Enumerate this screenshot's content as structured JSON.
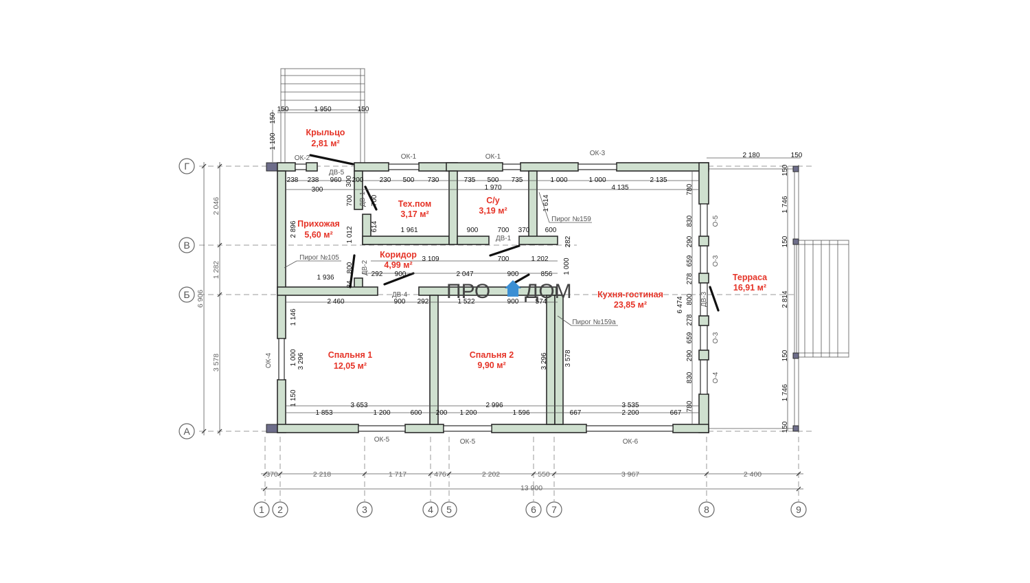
{
  "rooms": {
    "porch": {
      "name": "Крыльцо",
      "area": "2,81 м²"
    },
    "hall": {
      "name": "Прихожая",
      "area": "5,60 м²"
    },
    "tech": {
      "name": "Тех.пом",
      "area": "3,17 м²"
    },
    "wc": {
      "name": "С/у",
      "area": "3,19 м²"
    },
    "corridor": {
      "name": "Коридор",
      "area": "4,99 м²"
    },
    "kitchen": {
      "name": "Кухня-гостиная",
      "area": "23,85 м²"
    },
    "terrace": {
      "name": "Терраса",
      "area": "16,91 м²"
    },
    "bedroom1": {
      "name": "Спальня 1",
      "area": "12,05 м²"
    },
    "bedroom2": {
      "name": "Спальня 2",
      "area": "9,90 м²"
    }
  },
  "axes": {
    "rows": [
      "Г",
      "В",
      "Б",
      "А"
    ],
    "cols": [
      "1",
      "2",
      "3",
      "4",
      "5",
      "6",
      "7",
      "8",
      "9"
    ]
  },
  "bottom_dims": {
    "segments": [
      "370",
      "2 218",
      "1 717",
      "476",
      "2 202",
      "550",
      "3 967",
      "2 400"
    ],
    "total": "13 900"
  },
  "left_dims": {
    "segments": [
      "2 046",
      "1 282",
      "3 578"
    ],
    "total": "6 906",
    "porch": [
      "150",
      "1 100"
    ]
  },
  "openings": {
    "ok2": "ОК-2",
    "ok1a": "ОК-1",
    "ok1b": "ОК-1",
    "ok3": "ОК-3",
    "ok4": "ОК-4",
    "ok5a": "ОК-5",
    "ok5b": "ОК-5",
    "ok6": "ОК-6",
    "o5": "О-5",
    "o3a": "О-3",
    "o3b": "О-3",
    "o4": "О-4",
    "dv5": "ДВ-5",
    "dv1a": "ДВ-1",
    "dv1b": "ДВ-1",
    "dv2": "ДВ-2",
    "dv4": "ДВ-4",
    "dv3": "ДВ-3"
  },
  "notes": {
    "pirog159": "Пирог №159",
    "pirog105": "Пирог №105",
    "pirog159a": "Пирог №159а"
  },
  "logo": {
    "left": "ПРО",
    "right": "ДОМ"
  },
  "top_dims": {
    "porch": [
      "150",
      "1 950",
      "150"
    ],
    "terrace": [
      "2 180",
      "150"
    ],
    "row1": [
      "238",
      "238",
      "960",
      "200",
      "300",
      "230",
      "500",
      "730",
      "735",
      "500",
      "735",
      "1 000",
      "1 000",
      "2 135"
    ],
    "row1b": [
      "300",
      "1 970",
      "4 135"
    ]
  },
  "inner_dims": {
    "a": [
      "700",
      "700",
      "614",
      "1 961",
      "1 614",
      "900",
      "700",
      "370",
      "600",
      "282"
    ],
    "b": [
      "3 109",
      "700",
      "1 202",
      "1 000",
      "800",
      "292",
      "900",
      "2 047",
      "900",
      "856",
      "84"
    ],
    "c": [
      "1 936",
      "2 460",
      "900",
      "292",
      "1 522",
      "900",
      "574"
    ],
    "side": [
      "2 896",
      "1 012",
      "1 146",
      "1 000",
      "3 296",
      "1 150",
      "3 296",
      "3 578",
      "6 474"
    ],
    "right": [
      "780",
      "830",
      "290",
      "659",
      "278",
      "800",
      "278",
      "659",
      "290",
      "830",
      "780"
    ],
    "terrace": [
      "150",
      "1 746",
      "150",
      "2 814",
      "150",
      "1 746",
      "150"
    ],
    "bottom": [
      "3 653",
      "1 853",
      "1 200",
      "600",
      "200",
      "2 996",
      "1 200",
      "1 596",
      "3 535",
      "667",
      "2 200",
      "667"
    ]
  }
}
